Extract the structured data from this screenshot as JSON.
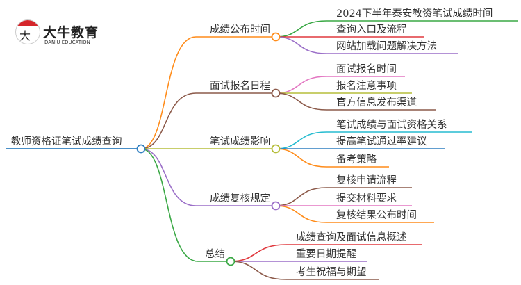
{
  "logo": {
    "title": "大牛教育",
    "subtitle": "DANIU EDUCATION",
    "mark": "大牛"
  },
  "root": {
    "label": "教师资格证笔试成绩查询",
    "color": "#2f7fc1"
  },
  "branches": [
    {
      "label": "成绩公布时间",
      "color": "#ff8c1a",
      "children": [
        {
          "label": "2024下半年泰安教资笔试成绩时间",
          "color": "#3aa845"
        },
        {
          "label": "查询入口及流程",
          "color": "#e0393e"
        },
        {
          "label": "网站加载问题解决方法",
          "color": "#9b6fc8"
        }
      ]
    },
    {
      "label": "面试报名日程",
      "color": "#8c5a4a",
      "children": [
        {
          "label": "面试报名时间",
          "color": "#e377c2"
        },
        {
          "label": "报名注意事项",
          "color": "#b5bd3a"
        },
        {
          "label": "官方信息发布渠道",
          "color": "#8c5a4a"
        }
      ]
    },
    {
      "label": "笔试成绩影响",
      "color": "#b5bd3a",
      "children": [
        {
          "label": "笔试成绩与面试资格关系",
          "color": "#26bcd0"
        },
        {
          "label": "提高笔试通过率建议",
          "color": "#2f7fc1"
        },
        {
          "label": "备考策略",
          "color": "#ff8c1a"
        }
      ]
    },
    {
      "label": "成绩复核规定",
      "color": "#9b6fc8",
      "children": [
        {
          "label": "复核申请流程",
          "color": "#8c5a4a"
        },
        {
          "label": "提交材料要求",
          "color": "#e377c2"
        },
        {
          "label": "复核结果公布时间",
          "color": "#ff8c1a"
        }
      ]
    },
    {
      "label": "总结",
      "color": "#3aa845",
      "children": [
        {
          "label": "成绩查询及面试信息概述",
          "color": "#e0393e"
        },
        {
          "label": "重要日期提醒",
          "color": "#9b6fc8"
        },
        {
          "label": "考生祝福与期望",
          "color": "#8c5a4a"
        }
      ]
    }
  ]
}
